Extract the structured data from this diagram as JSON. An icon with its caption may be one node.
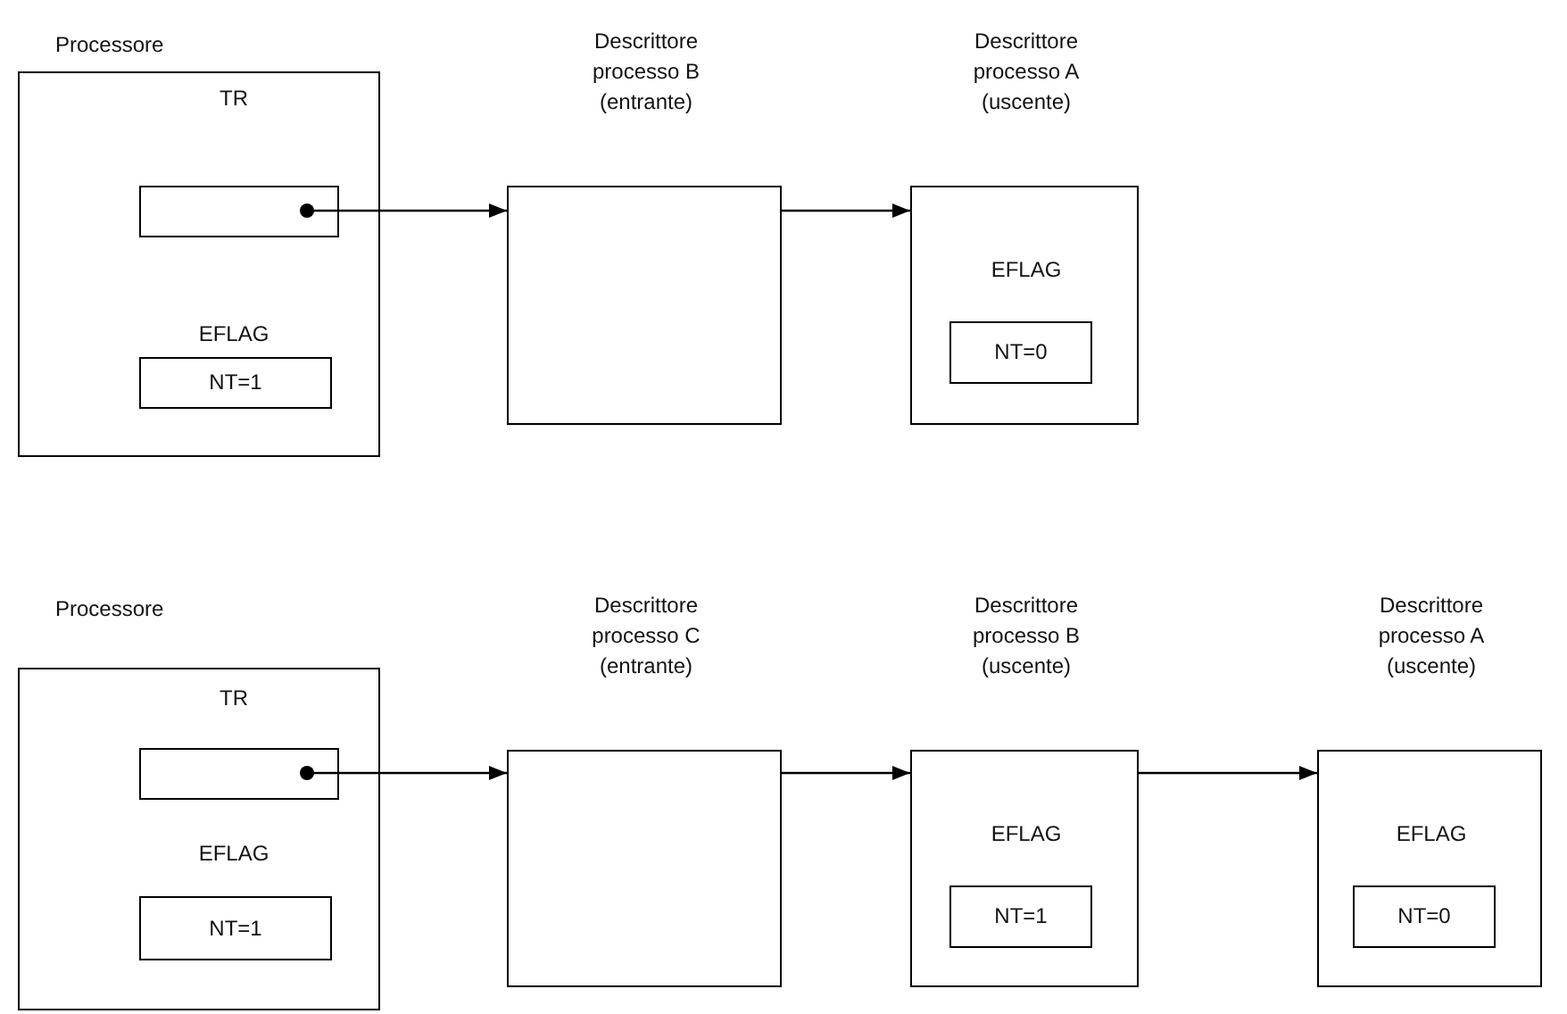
{
  "diagram": {
    "nodes": [
      {
        "text": [
          "Processore",
          "TR",
          "EFLAG"
        ]
      },
      {
        "text": [],
        "shape": "box",
        "in": 0
      },
      {
        "text": [
          "NT=1"
        ],
        "in": 0
      },
      {
        "text": [
          "Descrittore processo B (entrante)"
        ]
      },
      {
        "text": [
          "Descrittore processo A (uscente)",
          "EFLAG"
        ]
      },
      {
        "text": [
          "NT=0"
        ],
        "in": 4
      },
      {
        "text": [
          "Processore",
          "TR",
          "EFLAG"
        ]
      },
      {
        "text": [],
        "shape": "box",
        "in": 6
      },
      {
        "text": [
          "NT=1"
        ],
        "in": 6
      },
      {
        "text": [
          "Descrittore processo C (entrante)"
        ]
      },
      {
        "text": [
          "Descrittore processo B (uscente)",
          "EFLAG"
        ]
      },
      {
        "text": [
          "NT=1"
        ],
        "in": 10
      },
      {
        "text": [
          "Descrittore processo A (uscente)",
          "EFLAG"
        ]
      },
      {
        "text": [
          "NT=0"
        ],
        "in": 12
      }
    ],
    "edges": [
      {
        "from": 1,
        "to": 3,
        "arrow": "to"
      },
      {
        "from": 3,
        "to": 4,
        "arrow": "to"
      },
      {
        "from": 7,
        "to": 9,
        "arrow": "to"
      },
      {
        "from": 9,
        "to": 10,
        "arrow": "to"
      },
      {
        "from": 10,
        "to": 12,
        "arrow": "to"
      }
    ]
  }
}
